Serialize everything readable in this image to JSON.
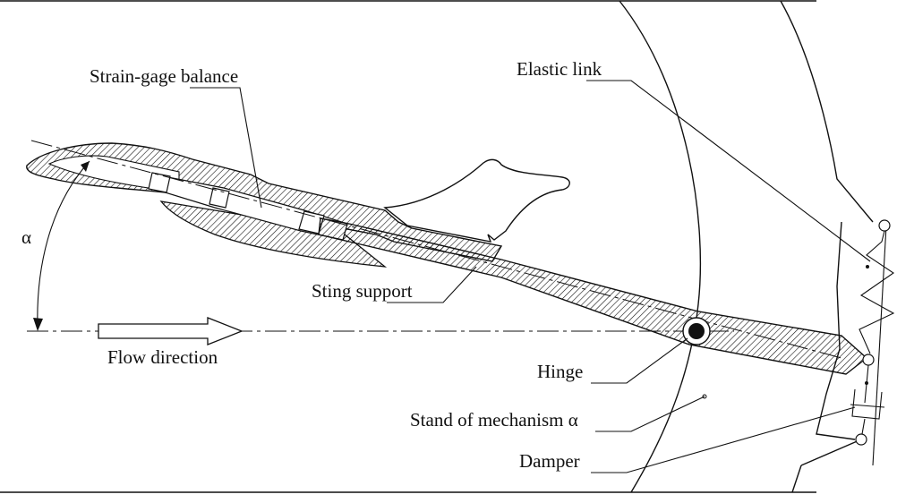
{
  "labels": {
    "strain_gage_balance": "Strain-gage balance",
    "elastic_link": "Elastic link",
    "alpha": "α",
    "sting_support": "Sting support",
    "flow_direction": "Flow direction",
    "hinge": "Hinge",
    "stand_of_mechanism": "Stand of mechanism α",
    "damper": "Damper"
  }
}
